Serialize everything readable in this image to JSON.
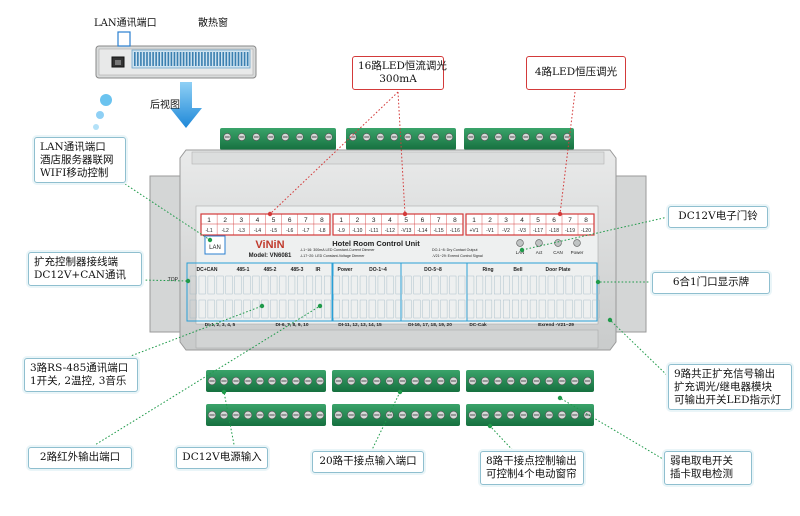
{
  "top_view": {
    "lan_port_label": "LAN通讯端口",
    "heatsink_label": "散热窗",
    "rear_view_label": "后视图"
  },
  "callouts": {
    "lan_port": [
      "LAN通讯端口",
      "酒店服务器联网",
      "WIFI移动控制"
    ],
    "led_constant_current": [
      "16路LED恒流调光",
      "300mA"
    ],
    "led_constant_voltage": [
      "4路LED恒压调光"
    ],
    "dc12v_doorbell": [
      "DC12V电子门铃"
    ],
    "expansion_port": [
      "扩充控制器接线端",
      "DC12V+CAN通讯"
    ],
    "door_display": [
      "6合1门口显示牌"
    ],
    "rs485": [
      "3路RS-485通讯端口",
      "1开关, 2温控, 3音乐"
    ],
    "expansion_signal": [
      "9路共正扩充信号输出",
      "扩充调光/继电器模块",
      "可输出开关LED指示灯"
    ],
    "ir_output": [
      "2路红外输出端口"
    ],
    "dc12v_power": [
      "DC12V电源输入"
    ],
    "dry_contact_input": [
      "20路干接点输入端口"
    ],
    "dry_contact_output": [
      "8路干接点控制输出",
      "可控制4个电动窗帘"
    ],
    "card_detect": [
      "弱电取电开关",
      "插卡取电检测"
    ]
  },
  "device": {
    "brand": "ViNiN",
    "title": "Hotel Room Control Unit",
    "model": "Model: VN6081",
    "lan_label": "LAN",
    "top_label": "TOP",
    "notes": [
      "-L1~16: 300mA LED Constant-Current Dimmer",
      "-L17~20: LED Constant-Voltage Dimmer",
      "DO-1~8: Dry Contact Output",
      "-V21~29: Exrend Control Signal"
    ],
    "indicators": [
      "LAN",
      "Act",
      "CAN",
      "Power"
    ],
    "cc_channel_nums": [
      "1",
      "2",
      "3",
      "4",
      "5",
      "6",
      "7",
      "8"
    ],
    "cc_channel_labels": [
      "-L1",
      "-L2",
      "-L3",
      "-L4",
      "-L5",
      "-L6",
      "-L7",
      "-L8"
    ],
    "mid_channel_nums": [
      "1",
      "2",
      "3",
      "4",
      "5",
      "6",
      "7",
      "8"
    ],
    "mid_channel_labels": [
      "-L9",
      "-L10",
      "-L11",
      "-L12",
      "-V13",
      "-L14",
      "-L15",
      "-L16"
    ],
    "cv_channel_nums": [
      "1",
      "2",
      "3",
      "4",
      "5",
      "6",
      "7",
      "8"
    ],
    "cv_channel_labels": [
      "+V1",
      "-V1",
      "-V2",
      "-V3",
      "-L17",
      "-L18",
      "-L19",
      "-L20"
    ],
    "bottom_groups": [
      "DC+CAN",
      "485-1",
      "485-2",
      "485-3",
      "IR",
      "Power",
      "DO-1~4",
      "DO-5~8",
      "Ring",
      "Bell",
      "Door Plate"
    ],
    "lower_groups": [
      "DI-1, 2, 3, 4, 5",
      "DI-6, 7, 8, 9, 10",
      "DI-11, 12, 13, 14, 15",
      "DI-16, 17, 18, 19, 20",
      "DC-Cak",
      "Exrend -V21~29"
    ]
  }
}
